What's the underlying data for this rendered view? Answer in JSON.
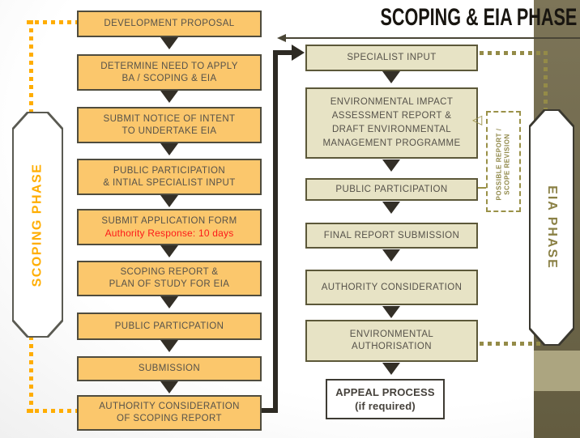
{
  "title": "SCOPING & EIA PHASE",
  "phase_labels": {
    "left": "SCOPING PHASE",
    "right": "EIA PHASE"
  },
  "revision_note": {
    "lines": [
      "POSSIBLE REPORT /",
      "SCOPE REVISION"
    ]
  },
  "flow_left": {
    "steps": [
      {
        "lines": [
          "DEVELOPMENT PROPOSAL"
        ]
      },
      {
        "lines": [
          "DETERMINE NEED TO APPLY",
          "BA / SCOPING & EIA"
        ]
      },
      {
        "lines": [
          "SUBMIT NOTICE OF INTENT",
          "TO UNDERTAKE EIA"
        ]
      },
      {
        "lines": [
          "PUBLIC PARTICIPATION",
          "& INTIAL SPECIALIST INPUT"
        ]
      },
      {
        "lines": [
          "SUBMIT APPLICATION FORM"
        ],
        "note": "Authority Response: 10 days"
      },
      {
        "lines": [
          "SCOPING REPORT &",
          "PLAN OF STUDY FOR EIA"
        ]
      },
      {
        "lines": [
          "PUBLIC PARTICPATION"
        ]
      },
      {
        "lines": [
          "SUBMISSION"
        ]
      },
      {
        "lines": [
          "AUTHORITY CONSIDERATION",
          "OF SCOPING REPORT"
        ]
      }
    ]
  },
  "flow_right": {
    "steps": [
      {
        "lines": [
          "SPECIALIST INPUT"
        ]
      },
      {
        "lines": [
          "ENVIRONMENTAL IMPACT",
          "ASSESSMENT REPORT &",
          "DRAFT ENVIRONMENTAL",
          "MANAGEMENT PROGRAMME"
        ]
      },
      {
        "lines": [
          "PUBLIC PARTICIPATION"
        ]
      },
      {
        "lines": [
          "FINAL REPORT SUBMISSION"
        ]
      },
      {
        "lines": [
          "AUTHORITY CONSIDERATION"
        ]
      },
      {
        "lines": [
          "ENVIRONMENTAL",
          "AUTHORISATION"
        ]
      },
      {
        "lines": [
          "APPEAL PROCESS",
          "(if required)"
        ]
      }
    ]
  },
  "colors": {
    "scoping_box_fill": "#FBC76C",
    "eia_box_fill": "#E7E3C5",
    "gold_accent": "#FFAD00",
    "olive_accent": "#948B48",
    "alert_red": "#FC1A1A",
    "band_dark": "#6E674B",
    "band_light": "#ACA580",
    "connector_black": "#2D2A23"
  }
}
